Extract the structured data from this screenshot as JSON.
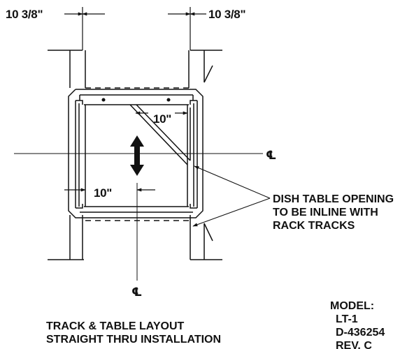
{
  "dimensions": {
    "top_left": "10 3/8\"",
    "top_right": "10 3/8\"",
    "inner_upper": "10\"",
    "inner_lower": "10\""
  },
  "centerlines": {
    "horizontal": "℄",
    "vertical": "℄"
  },
  "callout": {
    "lines": [
      "DISH TABLE OPENING",
      "TO BE INLINE WITH",
      "RACK TRACKS"
    ]
  },
  "layout_title": {
    "lines": [
      "TRACK & TABLE LAYOUT",
      "STRAIGHT THRU INSTALLATION"
    ]
  },
  "model_block": {
    "lines": [
      "MODEL:",
      "LT-1",
      "D-436254",
      "REV. C"
    ]
  },
  "colors": {
    "ink": "#111111",
    "paper": "#ffffff"
  }
}
